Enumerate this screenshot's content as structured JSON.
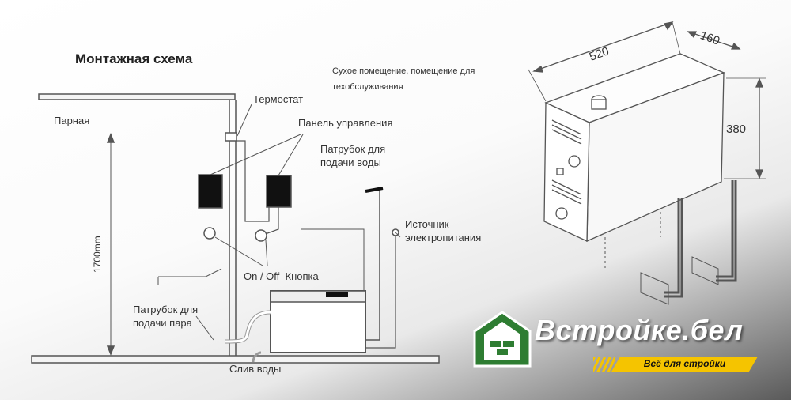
{
  "title": "Монтажная схема",
  "labels": {
    "steam_room": "Парная",
    "thermostat": "Термостат",
    "control_panel": "Панель управления",
    "water_inlet": "Патрубок для подачи воды",
    "power_source": "Источник электропитания",
    "on_off": "On / Off  Кнопка",
    "steam_outlet": "Патрубок для подачи пара",
    "drain": "Слив воды",
    "height": "1700mm"
  },
  "room_note": "Сухое помещение, помещение для техобслуживания",
  "dimensions": {
    "width": "520",
    "depth": "160",
    "height": "380"
  },
  "logo": {
    "brand": "Встройке.бел",
    "tagline": "Всё для стройки",
    "colors": {
      "green": "#2e7d32",
      "yellow": "#f5c400"
    }
  }
}
